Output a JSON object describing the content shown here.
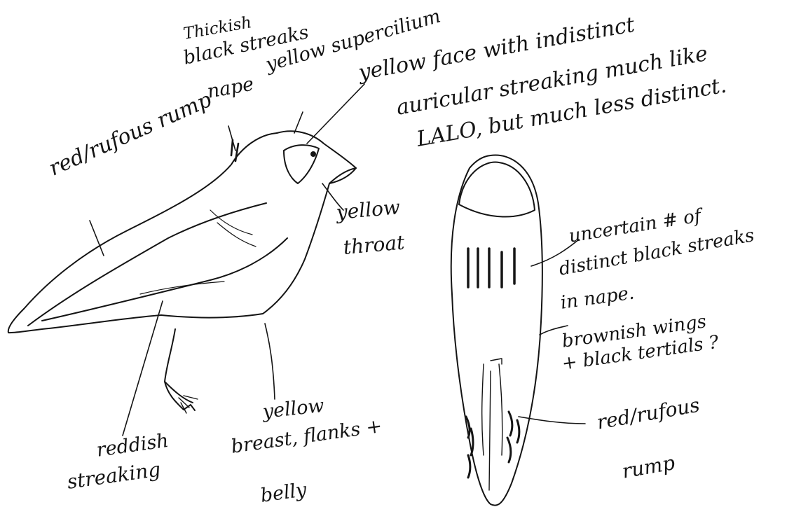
{
  "annotations": {
    "thickish": "Thickish",
    "black_streaks": "black streaks",
    "nape": "nape",
    "yellow_supercilium": "yellow supercilium",
    "face_line1": "yellow face with indistinct",
    "face_line2": "auricular streaking much like",
    "face_line3": "LALO, but much less distinct.",
    "red_rufous_rump_left": "red/rufous rump",
    "yellow_throat_line1": "yellow",
    "yellow_throat_line2": "throat",
    "reddish_line1": "reddish",
    "reddish_line2": "streaking",
    "yellow_breast_line1": "yellow",
    "yellow_breast_line2": "breast, flanks +",
    "yellow_breast_line3": "belly",
    "uncertain_line1": "uncertain # of",
    "uncertain_line2": "distinct black streaks",
    "uncertain_line3": "in nape.",
    "brownish_line1": "brownish wings",
    "brownish_line2": "+ black tertials ?",
    "red_rufous_rump_right1": "red/rufous",
    "red_rufous_rump_right2": "rump"
  },
  "colors": {
    "ink": "#141414",
    "paper": "#ffffff"
  }
}
